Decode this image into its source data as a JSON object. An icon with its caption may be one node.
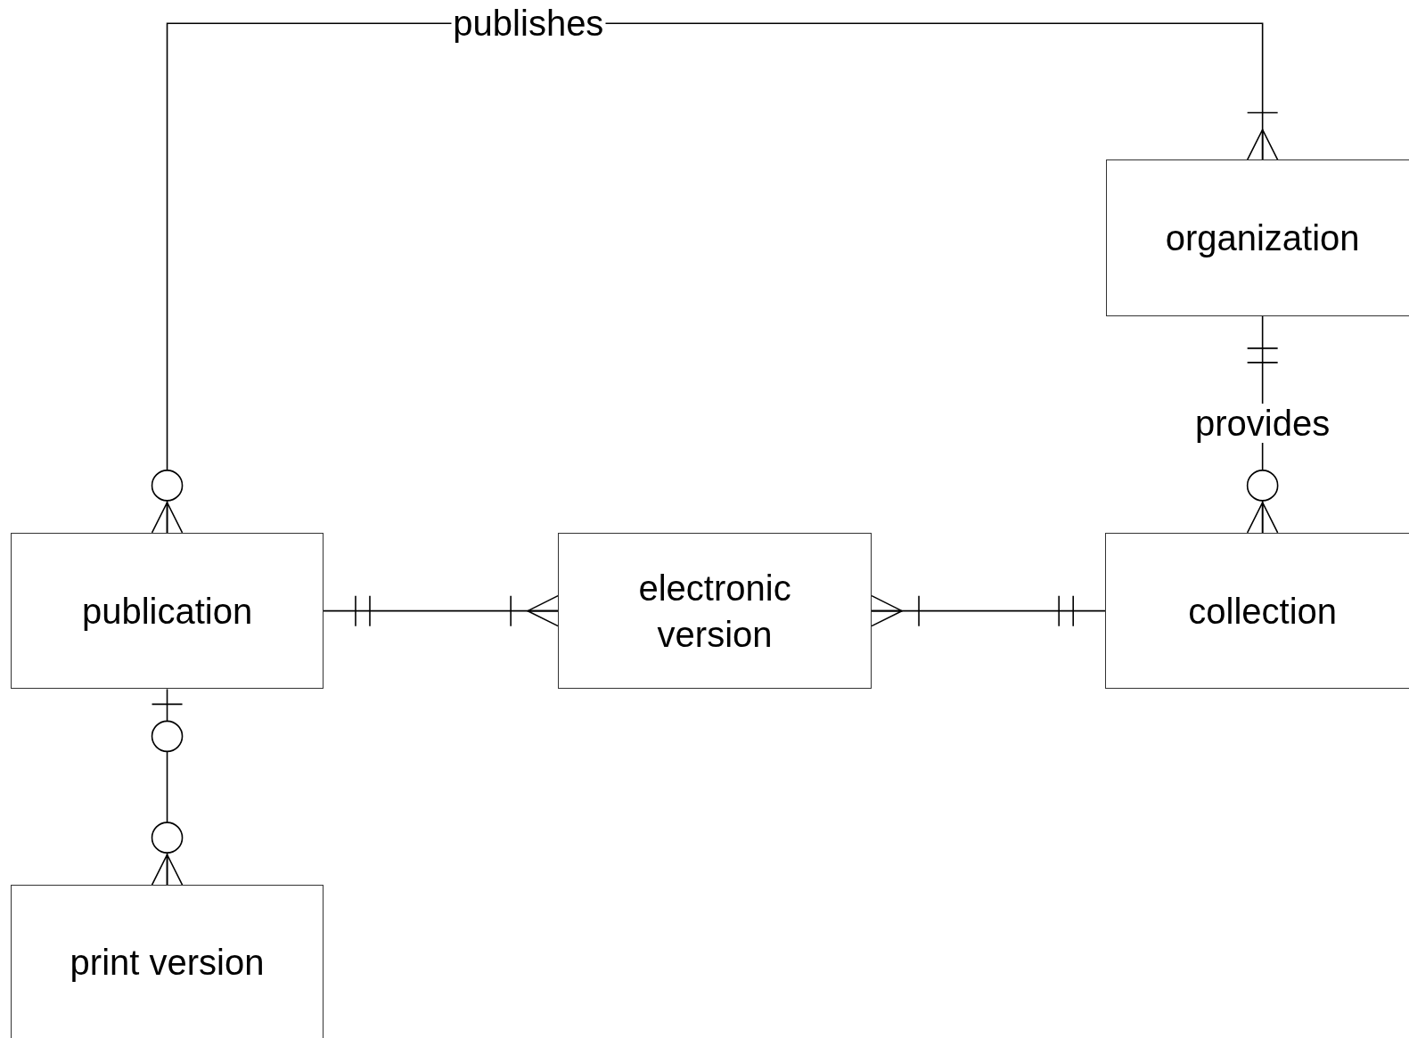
{
  "diagram": {
    "nodes": [
      {
        "text": [
          "organization"
        ]
      },
      {
        "text": [
          "publication"
        ]
      },
      {
        "text": [
          "electronic version"
        ]
      },
      {
        "text": [
          "collection"
        ]
      },
      {
        "text": [
          "print version"
        ]
      }
    ],
    "edges": [
      {
        "from": 1,
        "to": 0,
        "arrow": "other",
        "label": "publishes"
      },
      {
        "from": 0,
        "to": 3,
        "arrow": "other",
        "label": "provides"
      },
      {
        "from": 1,
        "to": 2,
        "arrow": "other"
      },
      {
        "from": 2,
        "to": 3,
        "arrow": "other"
      },
      {
        "from": 1,
        "to": 4,
        "arrow": "other"
      }
    ]
  }
}
